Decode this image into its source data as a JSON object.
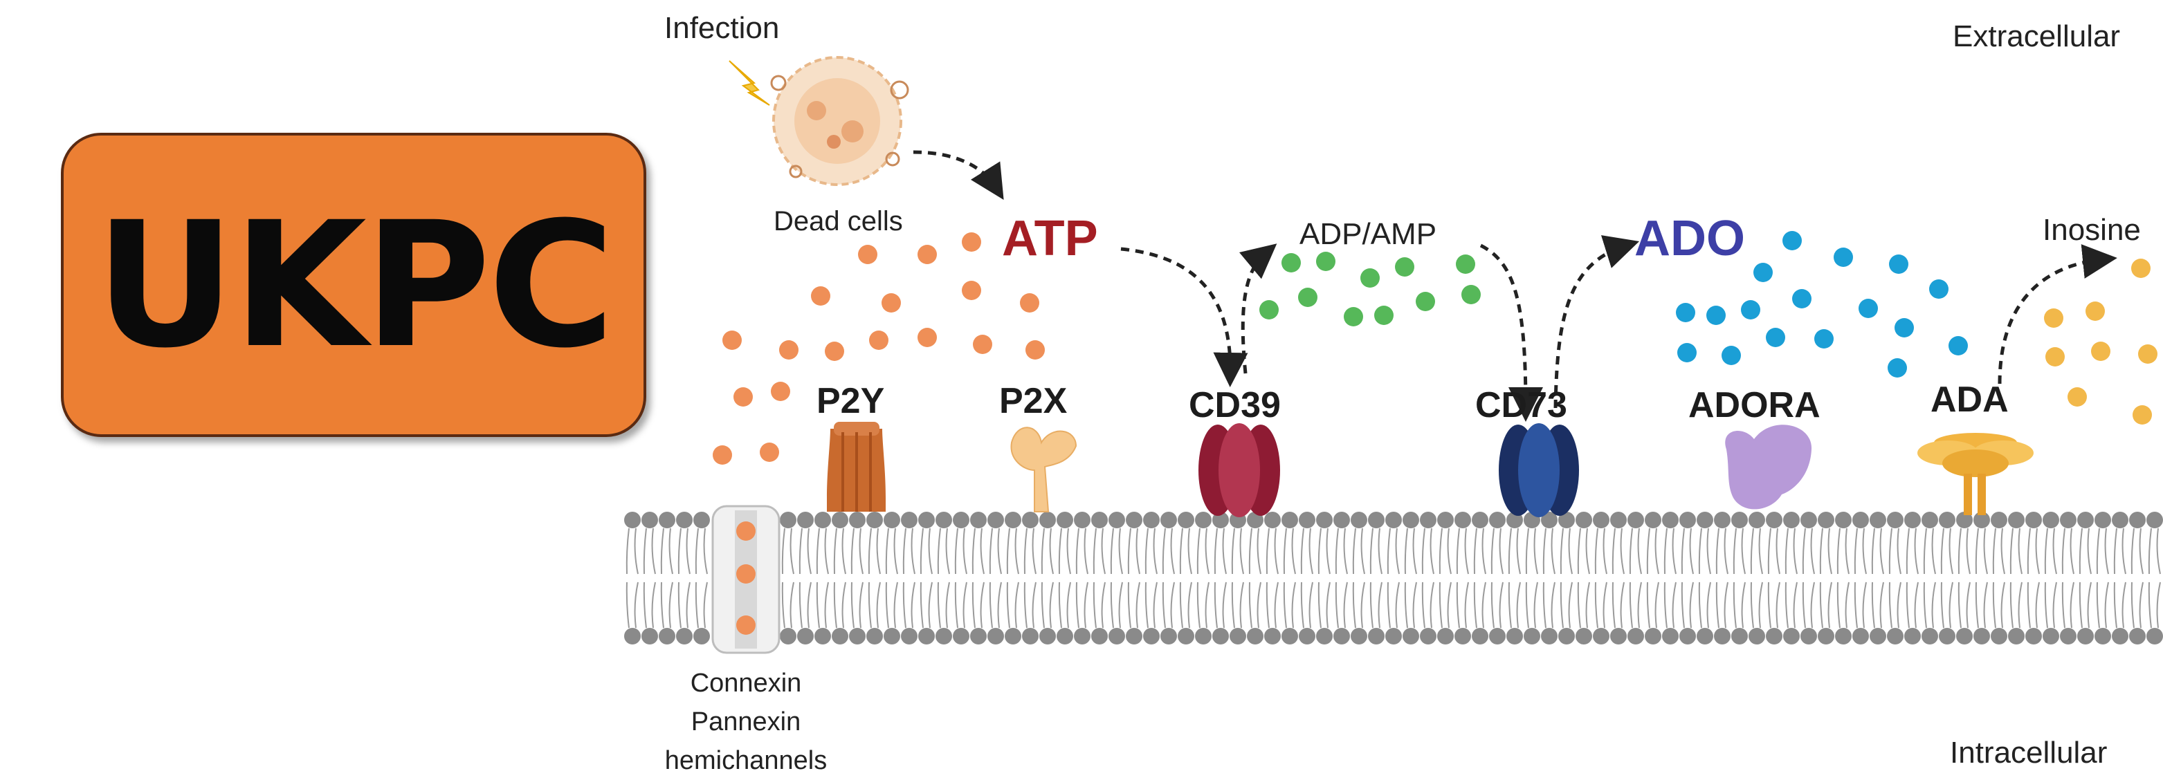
{
  "logo": {
    "text": "UKPC"
  },
  "labels": {
    "infection": "Infection",
    "dead_cells": "Dead cells",
    "atp": "ATP",
    "adp_amp": "ADP/AMP",
    "ado": "ADO",
    "inosine": "Inosine",
    "extracellular": "Extracellular",
    "intracellular": "Intracellular",
    "channel_line1": "Connexin",
    "channel_line2": "Pannexin",
    "channel_line3": "hemichannels"
  },
  "receptors": {
    "p2y": "P2Y",
    "p2x": "P2X",
    "cd39": "CD39",
    "cd73": "CD73",
    "adora": "ADORA",
    "ada": "ADA"
  },
  "colors": {
    "logo_bg": "#ec7f33",
    "atp": "#a41e24",
    "ado": "#3d3fa6",
    "atp_dot": "#ef8f57",
    "adp_dot": "#56b859",
    "ado_dot": "#1b9fd6",
    "inosine_dot": "#f2b84a",
    "membrane": "#8a8a8a"
  }
}
